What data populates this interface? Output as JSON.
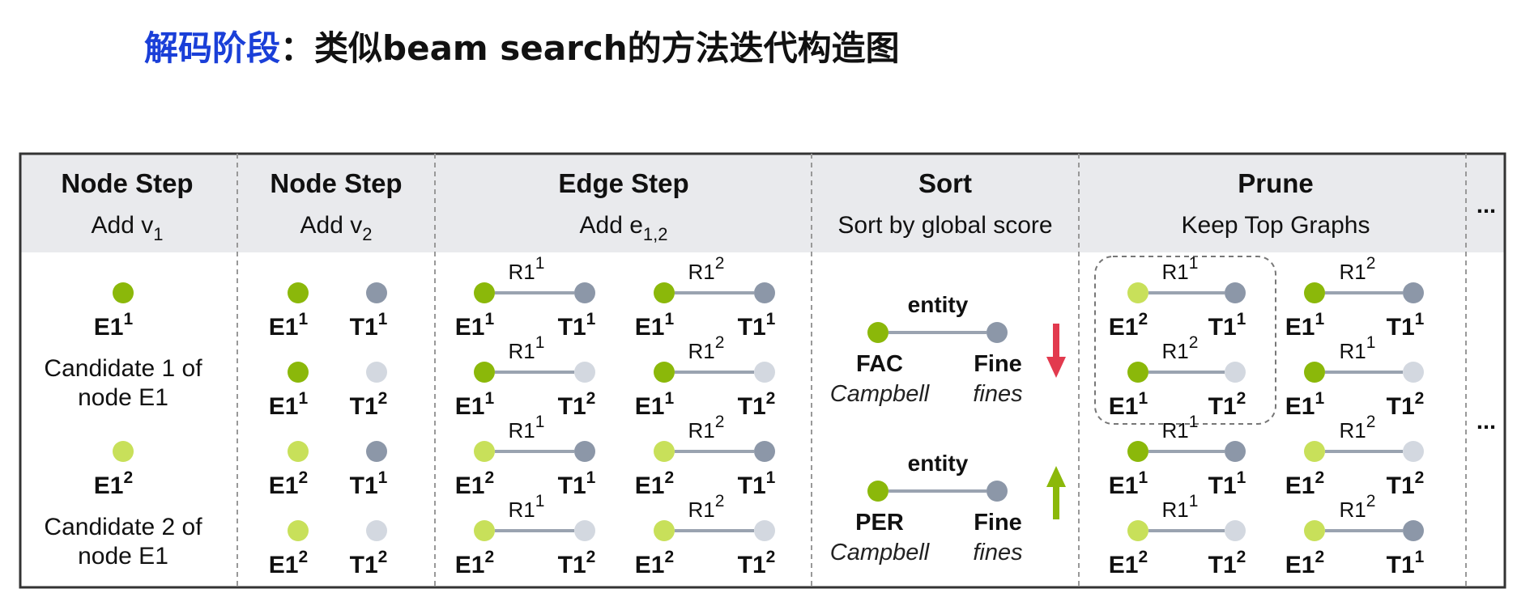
{
  "title": {
    "highlight": "解码阶段",
    "rest": "：类似beam search的方法迭代构造图"
  },
  "colors": {
    "title_highlight": "#1a3fd8",
    "node_green_dark": "#8bb80a",
    "node_green_light": "#c8e05a",
    "node_gray_dark": "#8c97a8",
    "node_gray_light": "#d3d8e0",
    "edge": "#9aa3b0",
    "arrow_down": "#e23a4e",
    "arrow_up": "#8bb80a",
    "label_fac": "#e23a4e",
    "header_bg": "#e9eaed"
  },
  "columns": [
    {
      "title": "Node Step",
      "sub": "Add v",
      "sub_sub": "1"
    },
    {
      "title": "Node Step",
      "sub": "Add v",
      "sub_sub": "2"
    },
    {
      "title": "Edge Step",
      "sub": "Add e",
      "sub_sub": "1,2"
    },
    {
      "title": "Sort",
      "sub": "Sort by global score",
      "sub_sub": ""
    },
    {
      "title": "Prune",
      "sub": "Keep Top Graphs",
      "sub_sub": ""
    }
  ],
  "ellipsis": "...",
  "node_step_1": {
    "candidates": [
      {
        "node": "E1",
        "sup": "1",
        "color": "dark",
        "caption_line1": "Candidate 1 of",
        "caption_line2": "node E1"
      },
      {
        "node": "E1",
        "sup": "2",
        "color": "light",
        "caption_line1": "Candidate 2 of",
        "caption_line2": "node E1"
      }
    ]
  },
  "node_step_2": {
    "rows": [
      {
        "a": "E1",
        "a_sup": "1",
        "a_color": "dark",
        "b": "T1",
        "b_sup": "1",
        "b_color": "dark"
      },
      {
        "a": "E1",
        "a_sup": "1",
        "a_color": "dark",
        "b": "T1",
        "b_sup": "2",
        "b_color": "light"
      },
      {
        "a": "E1",
        "a_sup": "2",
        "a_color": "light",
        "b": "T1",
        "b_sup": "1",
        "b_color": "dark"
      },
      {
        "a": "E1",
        "a_sup": "2",
        "a_color": "light",
        "b": "T1",
        "b_sup": "2",
        "b_color": "light"
      }
    ]
  },
  "edge_step": {
    "rows": [
      {
        "a": "E1",
        "a_sup": "1",
        "a_color": "dark",
        "b": "T1",
        "b_sup": "1",
        "b_color": "dark"
      },
      {
        "a": "E1",
        "a_sup": "1",
        "a_color": "dark",
        "b": "T1",
        "b_sup": "2",
        "b_color": "light"
      },
      {
        "a": "E1",
        "a_sup": "2",
        "a_color": "light",
        "b": "T1",
        "b_sup": "1",
        "b_color": "dark"
      },
      {
        "a": "E1",
        "a_sup": "2",
        "a_color": "light",
        "b": "T1",
        "b_sup": "2",
        "b_color": "light"
      }
    ],
    "relations": [
      {
        "r": "R1",
        "sup": "1"
      },
      {
        "r": "R1",
        "sup": "2"
      }
    ]
  },
  "sort": {
    "items": [
      {
        "relation": "entity",
        "left_label": "FAC",
        "left_label_color": "#e23a4e",
        "left_word": "Campbell",
        "right_label": "Fine",
        "right_word": "fines",
        "arrow": "down"
      },
      {
        "relation": "entity",
        "left_label": "PER",
        "left_label_color": "#111111",
        "left_word": "Campbell",
        "right_label": "Fine",
        "right_word": "fines",
        "arrow": "up"
      }
    ]
  },
  "prune": {
    "left": [
      {
        "a": "E1",
        "a_sup": "2",
        "a_color": "light",
        "r": "R1",
        "r_sup": "1",
        "b": "T1",
        "b_sup": "1",
        "b_color": "dark"
      },
      {
        "a": "E1",
        "a_sup": "1",
        "a_color": "dark",
        "r": "R1",
        "r_sup": "2",
        "b": "T1",
        "b_sup": "2",
        "b_color": "light"
      },
      {
        "a": "E1",
        "a_sup": "1",
        "a_color": "dark",
        "r": "R1",
        "r_sup": "1",
        "b": "T1",
        "b_sup": "1",
        "b_color": "dark"
      },
      {
        "a": "E1",
        "a_sup": "2",
        "a_color": "light",
        "r": "R1",
        "r_sup": "1",
        "b": "T1",
        "b_sup": "2",
        "b_color": "light"
      }
    ],
    "right": [
      {
        "a": "E1",
        "a_sup": "1",
        "a_color": "dark",
        "r": "R1",
        "r_sup": "2",
        "b": "T1",
        "b_sup": "1",
        "b_color": "dark"
      },
      {
        "a": "E1",
        "a_sup": "1",
        "a_color": "dark",
        "r": "R1",
        "r_sup": "1",
        "b": "T1",
        "b_sup": "2",
        "b_color": "light"
      },
      {
        "a": "E1",
        "a_sup": "2",
        "a_color": "light",
        "r": "R1",
        "r_sup": "2",
        "b": "T1",
        "b_sup": "2",
        "b_color": "light"
      },
      {
        "a": "E1",
        "a_sup": "2",
        "a_color": "light",
        "r": "R1",
        "r_sup": "2",
        "b": "T1",
        "b_sup": "1",
        "b_color": "dark"
      }
    ]
  }
}
